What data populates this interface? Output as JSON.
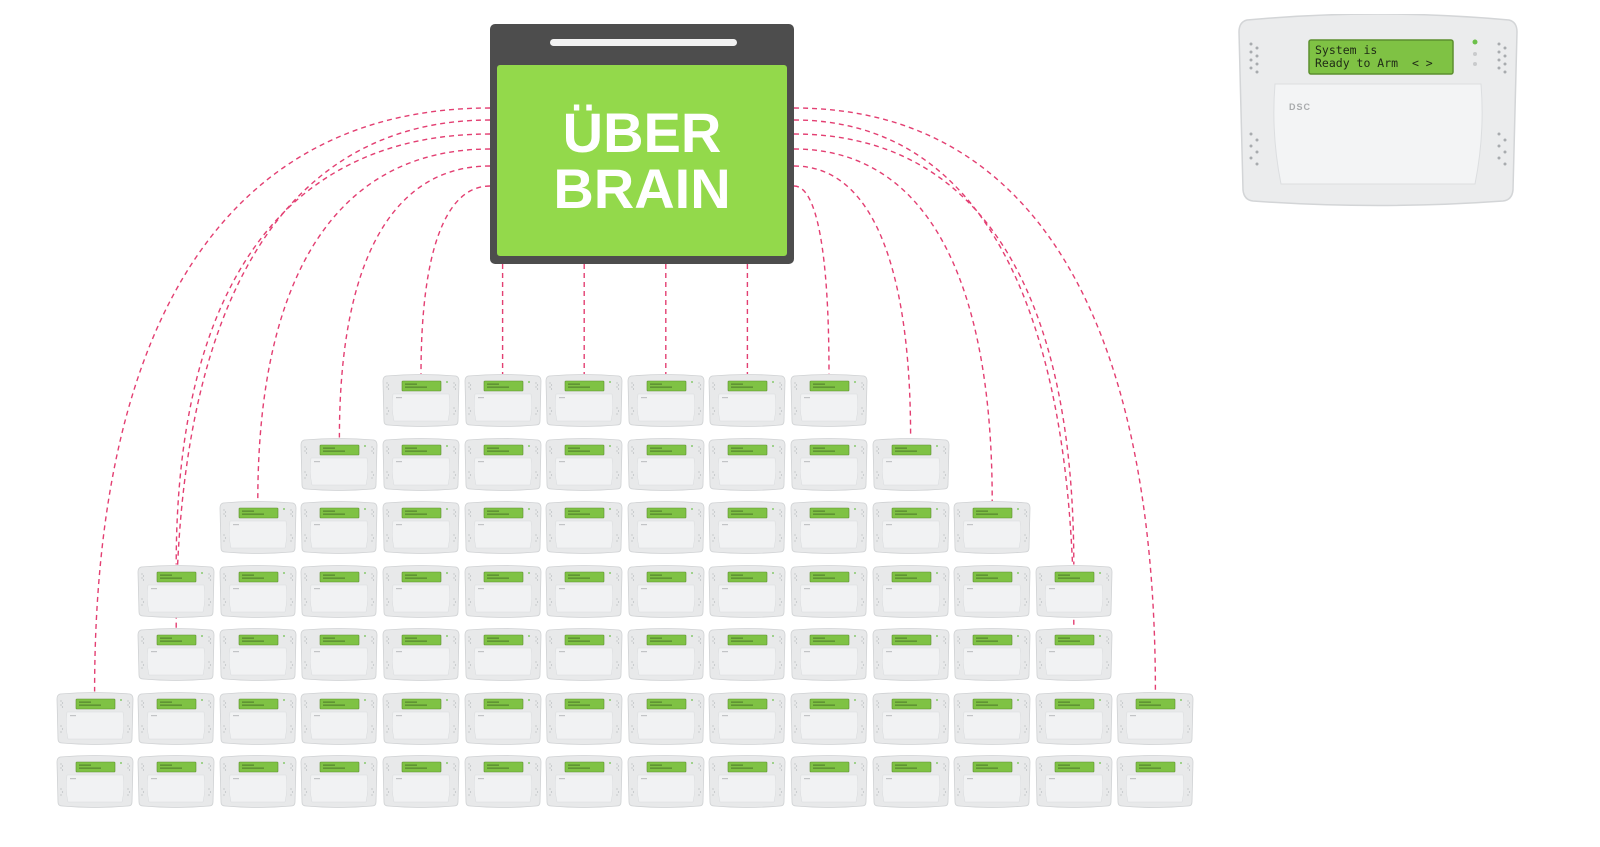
{
  "hub": {
    "line1": "ÜBER",
    "line2": "BRAIN"
  },
  "keypad": {
    "brand": "DSC",
    "lcd_line1": "System is",
    "lcd_line2": "Ready to Arm",
    "lcd_arrows": "< >"
  },
  "grid": {
    "rows": [
      6,
      8,
      10,
      12,
      12,
      14,
      14
    ]
  },
  "colors": {
    "connector": "#e33f72",
    "hub_frame": "#4d4d4d",
    "hub_face": "#93d94b",
    "lcd": "#7fc244",
    "keypad_body": "#e8e9ea"
  },
  "icons": {
    "hub": "hub-box-icon",
    "device": "alarm-keypad-icon"
  }
}
